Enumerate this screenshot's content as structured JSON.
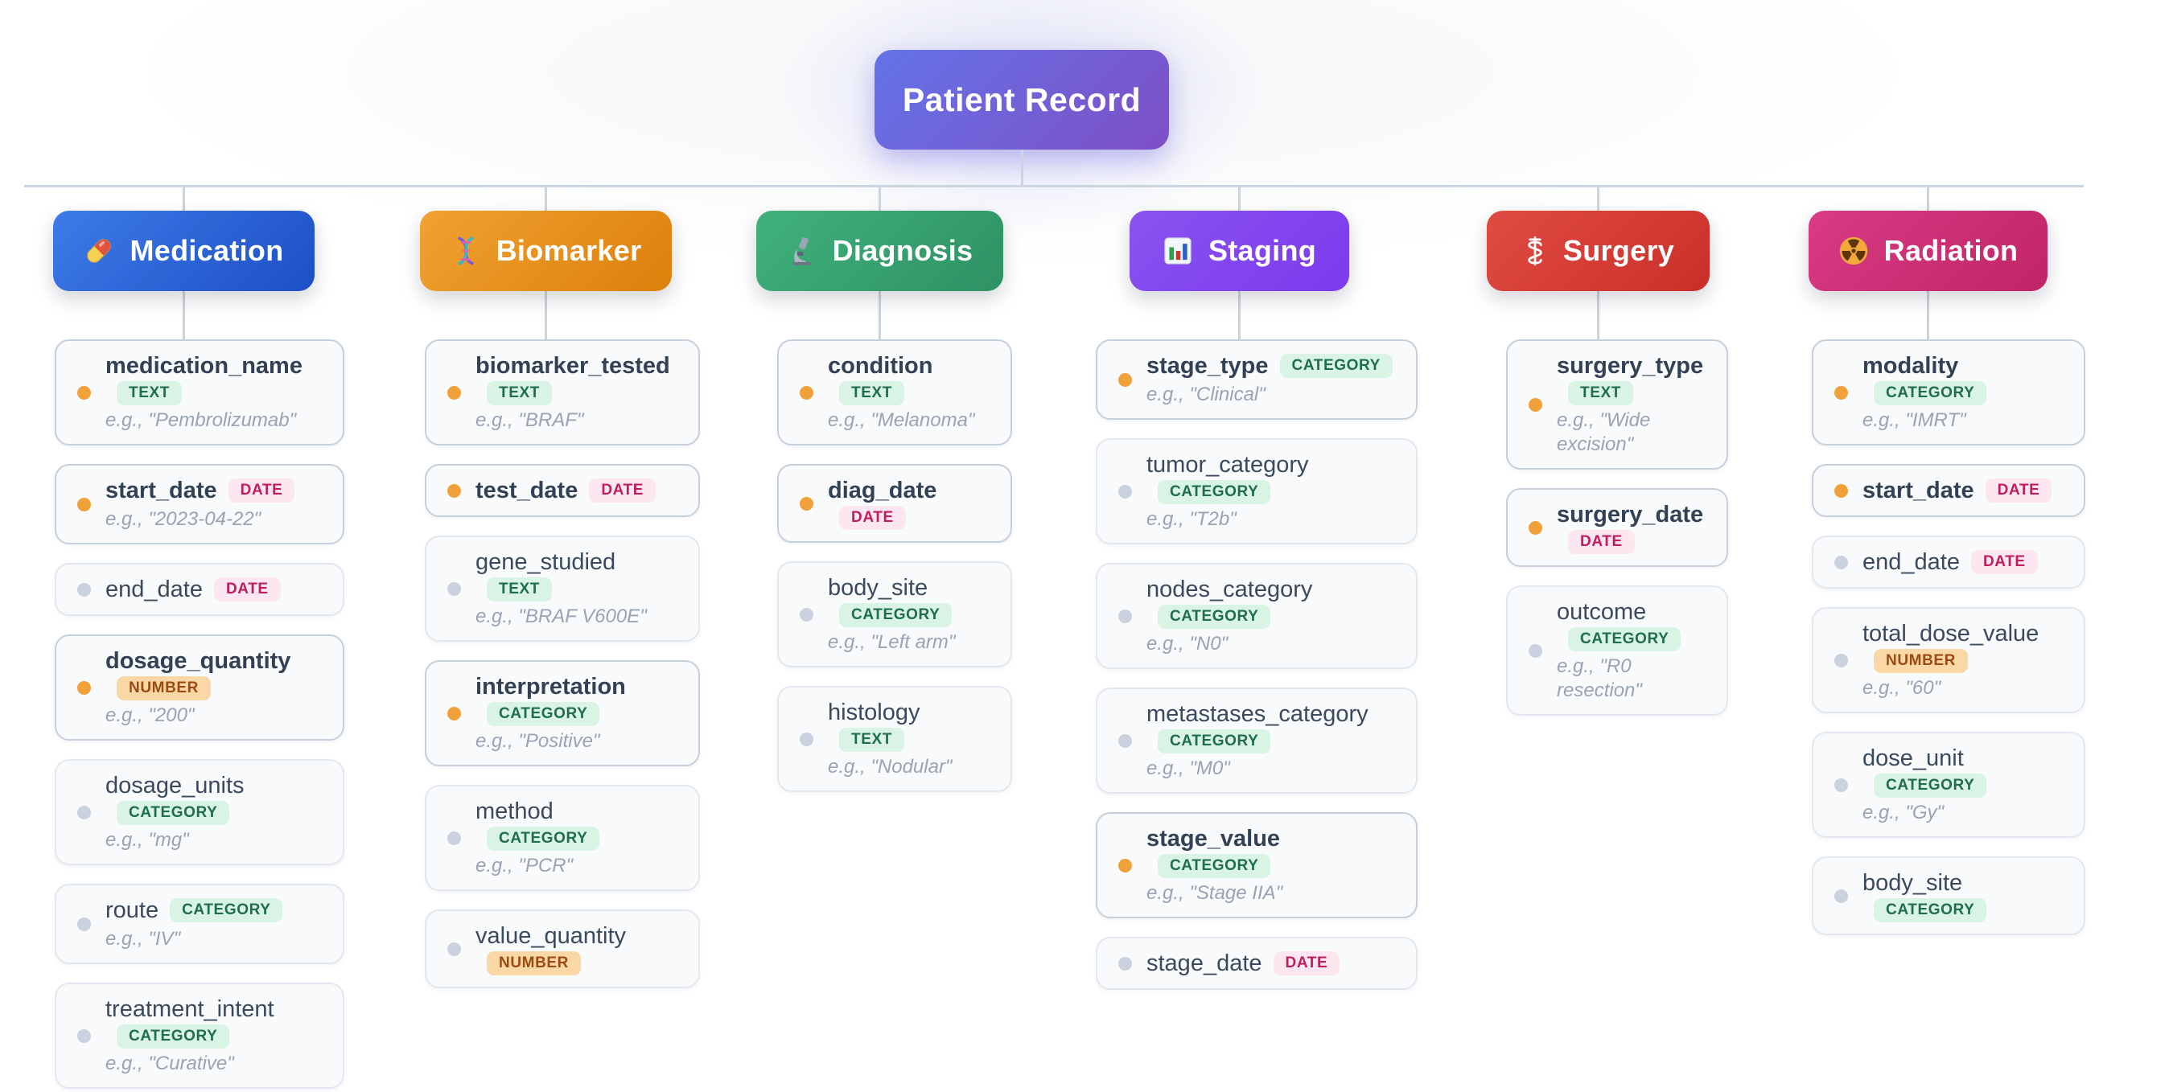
{
  "root": {
    "label": "Patient Record"
  },
  "colors": {
    "connector": "#cbd5e1",
    "required_dot": "#f0a13a",
    "optional_dot": "#c9d2de",
    "root_gradient": [
      "#6473e8",
      "#7e4fc5"
    ],
    "badges": {
      "TEXT": {
        "bg": "#d9f3e4",
        "fg": "#1e6e4c"
      },
      "CATEGORY": {
        "bg": "#d9f3e4",
        "fg": "#1e6e4c"
      },
      "DATE": {
        "bg": "#fce7f1",
        "fg": "#bf1d5e"
      },
      "NUMBER": {
        "bg": "#f9d8a5",
        "fg": "#9a4a12"
      }
    }
  },
  "categories": [
    {
      "key": "medication",
      "label": "Medication",
      "icon": "pill-icon",
      "gradient": [
        "#3d7bea",
        "#1d4fc4"
      ],
      "fields": [
        {
          "name": "medication_name",
          "type": "TEXT",
          "required": true,
          "example": "e.g., \"Pembrolizumab\""
        },
        {
          "name": "start_date",
          "type": "DATE",
          "required": true,
          "example": "e.g., \"2023-04-22\""
        },
        {
          "name": "end_date",
          "type": "DATE",
          "required": false,
          "example": null
        },
        {
          "name": "dosage_quantity",
          "type": "NUMBER",
          "required": true,
          "example": "e.g., \"200\""
        },
        {
          "name": "dosage_units",
          "type": "CATEGORY",
          "required": false,
          "example": "e.g., \"mg\""
        },
        {
          "name": "route",
          "type": "CATEGORY",
          "required": false,
          "example": "e.g., \"IV\""
        },
        {
          "name": "treatment_intent",
          "type": "CATEGORY",
          "required": false,
          "example": "e.g., \"Curative\""
        }
      ]
    },
    {
      "key": "biomarker",
      "label": "Biomarker",
      "icon": "dna-icon",
      "gradient": [
        "#f0a232",
        "#dd7f0b"
      ],
      "fields": [
        {
          "name": "biomarker_tested",
          "type": "TEXT",
          "required": true,
          "example": "e.g., \"BRAF\""
        },
        {
          "name": "test_date",
          "type": "DATE",
          "required": true,
          "example": null
        },
        {
          "name": "gene_studied",
          "type": "TEXT",
          "required": false,
          "example": "e.g., \"BRAF V600E\""
        },
        {
          "name": "interpretation",
          "type": "CATEGORY",
          "required": true,
          "example": "e.g., \"Positive\""
        },
        {
          "name": "method",
          "type": "CATEGORY",
          "required": false,
          "example": "e.g., \"PCR\""
        },
        {
          "name": "value_quantity",
          "type": "NUMBER",
          "required": false,
          "example": null
        }
      ]
    },
    {
      "key": "diagnosis",
      "label": "Diagnosis",
      "icon": "microscope-icon",
      "gradient": [
        "#41b27c",
        "#2e9163"
      ],
      "fields": [
        {
          "name": "condition",
          "type": "TEXT",
          "required": true,
          "example": "e.g., \"Melanoma\""
        },
        {
          "name": "diag_date",
          "type": "DATE",
          "required": true,
          "example": null
        },
        {
          "name": "body_site",
          "type": "CATEGORY",
          "required": false,
          "example": "e.g., \"Left arm\""
        },
        {
          "name": "histology",
          "type": "TEXT",
          "required": false,
          "example": "e.g., \"Nodular\""
        }
      ]
    },
    {
      "key": "staging",
      "label": "Staging",
      "icon": "bar-chart-icon",
      "gradient": [
        "#8a53f0",
        "#7c3aed"
      ],
      "fields": [
        {
          "name": "stage_type",
          "type": "CATEGORY",
          "required": true,
          "example": "e.g., \"Clinical\""
        },
        {
          "name": "tumor_category",
          "type": "CATEGORY",
          "required": false,
          "example": "e.g., \"T2b\""
        },
        {
          "name": "nodes_category",
          "type": "CATEGORY",
          "required": false,
          "example": "e.g., \"N0\""
        },
        {
          "name": "metastases_category",
          "type": "CATEGORY",
          "required": false,
          "example": "e.g., \"M0\""
        },
        {
          "name": "stage_value",
          "type": "CATEGORY",
          "required": true,
          "example": "e.g., \"Stage IIA\""
        },
        {
          "name": "stage_date",
          "type": "DATE",
          "required": false,
          "example": null
        }
      ]
    },
    {
      "key": "surgery",
      "label": "Surgery",
      "icon": "medical-symbol-icon",
      "gradient": [
        "#e14b44",
        "#c92f28"
      ],
      "fields": [
        {
          "name": "surgery_type",
          "type": "TEXT",
          "required": true,
          "example": "e.g., \"Wide excision\""
        },
        {
          "name": "surgery_date",
          "type": "DATE",
          "required": true,
          "example": null
        },
        {
          "name": "outcome",
          "type": "CATEGORY",
          "required": false,
          "example": "e.g., \"R0 resection\""
        }
      ]
    },
    {
      "key": "radiation",
      "label": "Radiation",
      "icon": "radiation-icon",
      "gradient": [
        "#d93b85",
        "#bf2566"
      ],
      "fields": [
        {
          "name": "modality",
          "type": "CATEGORY",
          "required": true,
          "example": "e.g., \"IMRT\""
        },
        {
          "name": "start_date",
          "type": "DATE",
          "required": true,
          "example": null
        },
        {
          "name": "end_date",
          "type": "DATE",
          "required": false,
          "example": null
        },
        {
          "name": "total_dose_value",
          "type": "NUMBER",
          "required": false,
          "example": "e.g., \"60\""
        },
        {
          "name": "dose_unit",
          "type": "CATEGORY",
          "required": false,
          "example": "e.g., \"Gy\""
        },
        {
          "name": "body_site",
          "type": "CATEGORY",
          "required": false,
          "example": null
        }
      ]
    }
  ]
}
